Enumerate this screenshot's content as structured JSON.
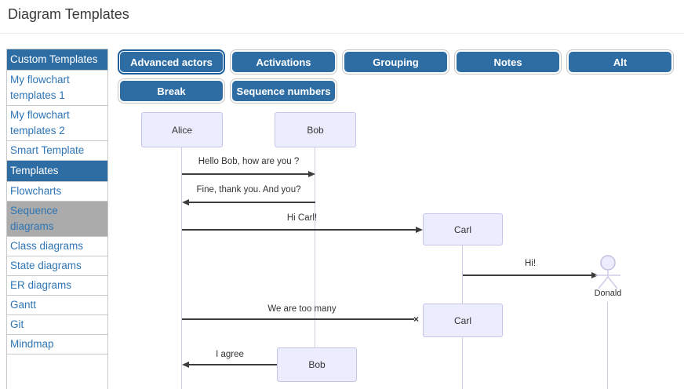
{
  "page": {
    "title": "Diagram Templates"
  },
  "sidebar": {
    "items": [
      {
        "label": "Custom Templates",
        "type": "header"
      },
      {
        "label": "My flowchart templates 1",
        "type": "item"
      },
      {
        "label": "My flowchart templates 2",
        "type": "item"
      },
      {
        "label": "Smart Template",
        "type": "item"
      },
      {
        "label": "Templates",
        "type": "header"
      },
      {
        "label": "Flowcharts",
        "type": "item"
      },
      {
        "label": "Sequence diagrams",
        "type": "item",
        "selected": true
      },
      {
        "label": "Class diagrams",
        "type": "item"
      },
      {
        "label": "State diagrams",
        "type": "item"
      },
      {
        "label": "ER diagrams",
        "type": "item"
      },
      {
        "label": "Gantt",
        "type": "item"
      },
      {
        "label": "Git",
        "type": "item"
      },
      {
        "label": "Mindmap",
        "type": "item"
      }
    ]
  },
  "toolbar": {
    "buttons": [
      {
        "label": "Advanced actors",
        "active": true
      },
      {
        "label": "Activations",
        "active": false
      },
      {
        "label": "Grouping",
        "active": false
      },
      {
        "label": "Notes",
        "active": false
      },
      {
        "label": "Alt",
        "active": false
      },
      {
        "label": "Break",
        "active": false
      },
      {
        "label": "Sequence numbers",
        "active": false
      }
    ]
  },
  "diagram": {
    "type": "sequence",
    "participants": [
      "Alice",
      "Bob",
      "Carl",
      "Donald"
    ],
    "boxes": {
      "alice_top": "Alice",
      "bob_top": "Bob",
      "carl_1": "Carl",
      "carl_2": "Carl",
      "bob_bottom": "Bob",
      "donald_label": "Donald"
    },
    "messages": [
      {
        "text": "Hello Bob, how are you ?",
        "from": "Alice",
        "to": "Bob",
        "end": "arrow"
      },
      {
        "text": "Fine, thank you. And you?",
        "from": "Bob",
        "to": "Alice",
        "end": "arrow"
      },
      {
        "text": "Hi Carl!",
        "from": "Alice",
        "to": "Carl",
        "end": "arrow"
      },
      {
        "text": "Hi!",
        "from": "Carl",
        "to": "Donald",
        "end": "arrow"
      },
      {
        "text": "We are too many",
        "from": "Alice",
        "to": "Carl",
        "end": "cross"
      },
      {
        "text": "I agree",
        "from": "Bob",
        "to": "Alice",
        "end": "arrow"
      }
    ],
    "colors": {
      "box_fill": "#ececff",
      "box_border": "#c5c5e8",
      "arrow": "#3d3d3d",
      "lifeline": "#cdcde6"
    }
  },
  "theme": {
    "accent_blue": "#2e6da4",
    "link_blue": "#2e75b5",
    "selected_gray": "#ababab",
    "active_ring": "#1e5f9e"
  }
}
